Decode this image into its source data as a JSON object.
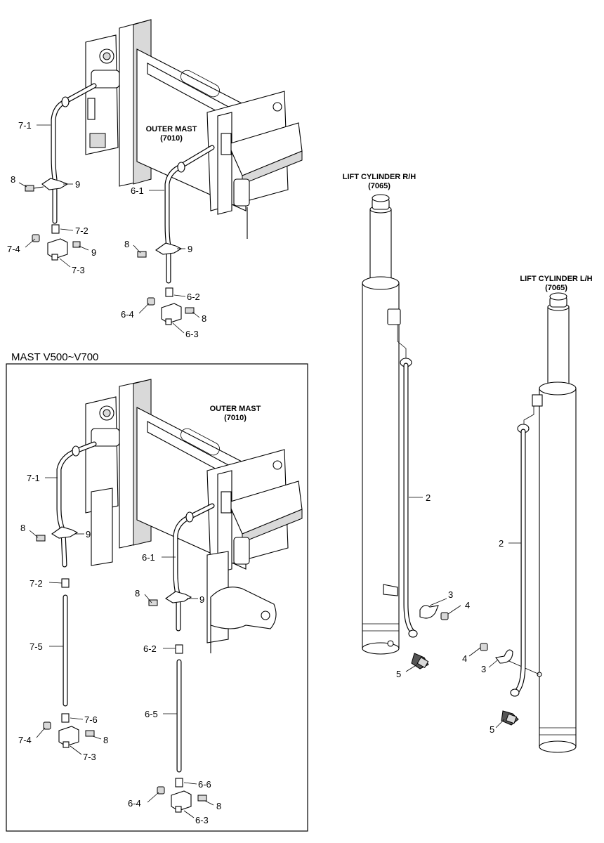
{
  "box": {
    "title": "MAST V500~V700"
  },
  "captions": {
    "outer_mast_top": [
      "OUTER MAST",
      "(7010)"
    ],
    "outer_mast_box": [
      "OUTER MAST",
      "(7010)"
    ],
    "lift_rh": [
      "LIFT CYLINDER R/H",
      "(7065)"
    ],
    "lift_lh": [
      "LIFT CYLINDER L/H",
      "(7065)"
    ]
  },
  "labels": {
    "t_7_1": "7-1",
    "t_8a": "8",
    "t_9a": "9",
    "t_7_2": "7-2",
    "t_7_4": "7-4",
    "t_9b": "9",
    "t_7_3": "7-3",
    "t_6_1": "6-1",
    "t_8b": "8",
    "t_9c": "9",
    "t_6_2": "6-2",
    "t_6_4": "6-4",
    "t_8c": "8",
    "t_6_3": "6-3",
    "b_7_1": "7-1",
    "b_8a": "8",
    "b_9a": "9",
    "b_7_2": "7-2",
    "b_7_5": "7-5",
    "b_7_6": "7-6",
    "b_7_4": "7-4",
    "b_8b": "8",
    "b_7_3": "7-3",
    "b_6_1": "6-1",
    "b_8c": "8",
    "b_9b": "9",
    "b_6_2": "6-2",
    "b_6_5": "6-5",
    "b_6_6": "6-6",
    "b_6_4": "6-4",
    "b_8d": "8",
    "b_6_3": "6-3",
    "r_2": "2",
    "r_3": "3",
    "r_4": "4",
    "r_5": "5",
    "l_2": "2",
    "l_3": "3",
    "l_4": "4",
    "l_5": "5"
  }
}
